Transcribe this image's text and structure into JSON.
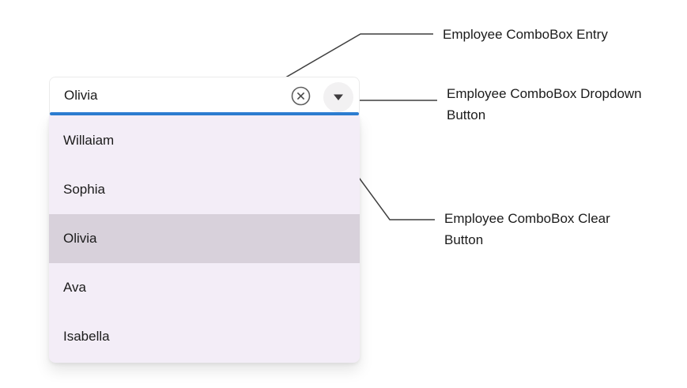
{
  "combobox": {
    "name": "Employee ComboBox",
    "value": "Olivia",
    "accent_color": "#2d7dd2",
    "list_background": "#f3edf7",
    "selected_background": "#d8d1db",
    "clear_icon": "circle-x",
    "dropdown_icon": "triangle-down",
    "items": [
      {
        "label": "Willaiam",
        "selected": false
      },
      {
        "label": "Sophia",
        "selected": false
      },
      {
        "label": "Olivia",
        "selected": true
      },
      {
        "label": "Ava",
        "selected": false
      },
      {
        "label": "Isabella",
        "selected": false
      }
    ]
  },
  "annotations": [
    {
      "label": "Employee ComboBox Entry"
    },
    {
      "label": "Employee ComboBox Dropdown Button"
    },
    {
      "label": "Employee ComboBox Clear Button"
    }
  ]
}
